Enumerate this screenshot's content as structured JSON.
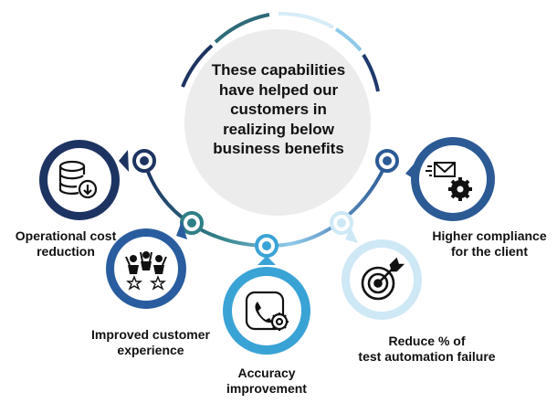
{
  "headline": "These capabilities\nhave helped our\ncustomers in\nrealizing below\nbusiness benefits",
  "benefits": [
    {
      "label": "Operational cost\nreduction",
      "icon": "database-download-icon",
      "color": "#1f3a6e"
    },
    {
      "label": "Improved customer\nexperience",
      "icon": "happy-team-stars-icon",
      "color": "#2a5d9f"
    },
    {
      "label": "Accuracy\nimprovement",
      "icon": "phone-gear-icon",
      "color": "#3aa3d6"
    },
    {
      "label": "Reduce % of\ntest automation failure",
      "icon": "target-arrow-icon",
      "color": "#8fc9ea"
    },
    {
      "label": "Higher compliance\nfor the client",
      "icon": "mail-gear-icon",
      "color": "#2c5a95"
    }
  ]
}
